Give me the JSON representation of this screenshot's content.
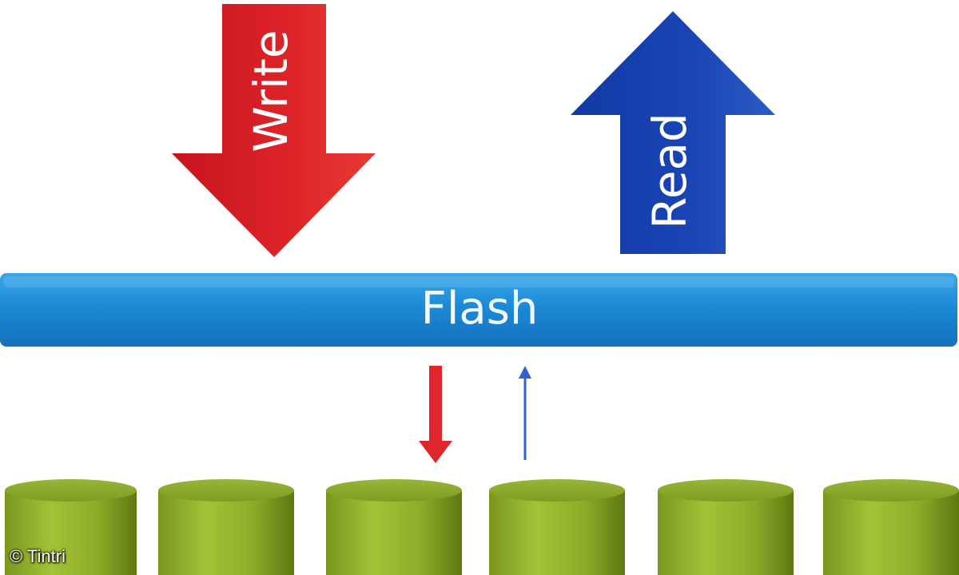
{
  "labels": {
    "write": "Write",
    "read": "Read",
    "flash": "Flash"
  },
  "credit": "© Tintri",
  "colors": {
    "write_arrow": "#d81f27",
    "read_arrow": "#1a3ea8",
    "flash_bar": "#1a84d2",
    "disk": "#8aa82a",
    "small_write_arrow": "#e0262c",
    "small_read_arrow": "#3a5ed0"
  },
  "disks": {
    "count": 6
  }
}
